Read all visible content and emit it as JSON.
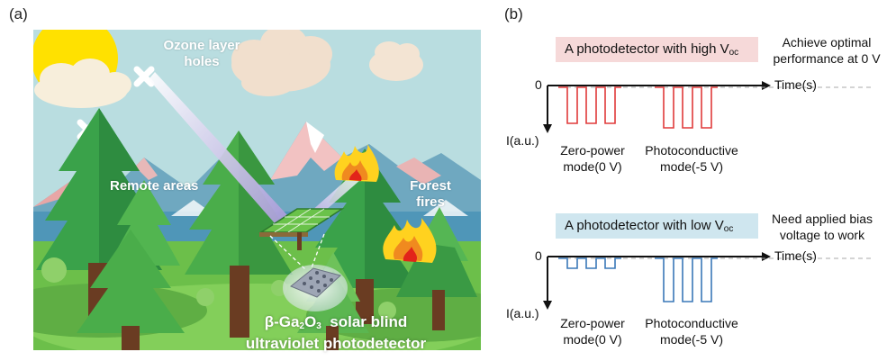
{
  "panel_a": {
    "label": "(a)",
    "ozone_line1": "Ozone layer",
    "ozone_line2": "holes",
    "remote_areas": "Remote areas",
    "forest_line1": "Forest",
    "forest_line2": "fires",
    "detector_prefix": "β-Ga",
    "detector_sub1": "2",
    "detector_mid": "O",
    "detector_sub2": "3",
    "detector_suffix": "  solar blind",
    "detector_line2": "ultraviolet photodetector"
  },
  "panel_b": {
    "label": "(b)",
    "top": {
      "box_text": "A photodetector with high V",
      "box_sub": "oc",
      "note_line1": "Achieve optimal",
      "note_line2": "performance at 0 V",
      "zero_label": "0",
      "time_label": "Time(s)",
      "current_label": "I(a.u.)",
      "mode1_line1": "Zero-power",
      "mode1_line2": "mode(0 V)",
      "mode2_line1": "Photoconductive",
      "mode2_line2": "mode(-5 V)"
    },
    "bottom": {
      "box_text": "A photodetector with low V",
      "box_sub": "oc",
      "note_line1": "Need applied bias",
      "note_line2": "voltage to work",
      "zero_label": "0",
      "time_label": "Time(s)",
      "current_label": "I(a.u.)",
      "mode1_line1": "Zero-power",
      "mode1_line2": "mode(0 V)",
      "mode2_line1": "Photoconductive",
      "mode2_line2": "mode(-5 V)"
    }
  },
  "colors": {
    "sky": "#b9dde0",
    "red_trace": "#e03a3a",
    "blue_trace": "#3a78b8",
    "pink_box": "#f6d9d9",
    "blue_box": "#cfe6ef"
  }
}
